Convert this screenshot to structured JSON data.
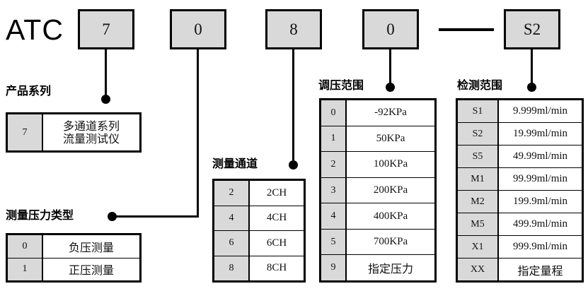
{
  "model_code": {
    "prefix": "ATC",
    "segments": [
      {
        "name": "series",
        "value": "7"
      },
      {
        "name": "ptype",
        "value": "0"
      },
      {
        "name": "channel",
        "value": "8"
      },
      {
        "name": "range",
        "value": "0"
      },
      {
        "name": "detect",
        "value": "S2"
      }
    ],
    "separator": "—"
  },
  "sections": {
    "series": {
      "caption": "产品系列",
      "rows": [
        {
          "code": "7",
          "desc_line1": "多通道系列",
          "desc_line2": "流量测试仪"
        }
      ]
    },
    "ptype": {
      "caption": "测量压力类型",
      "rows": [
        {
          "code": "0",
          "desc": "负压测量"
        },
        {
          "code": "1",
          "desc": "正压测量"
        }
      ]
    },
    "channel": {
      "caption": "测量通道",
      "rows": [
        {
          "code": "2",
          "desc": "2CH"
        },
        {
          "code": "4",
          "desc": "4CH"
        },
        {
          "code": "6",
          "desc": "6CH"
        },
        {
          "code": "8",
          "desc": "8CH"
        }
      ]
    },
    "range": {
      "caption": "调压范围",
      "rows": [
        {
          "code": "0",
          "desc": "-92KPa"
        },
        {
          "code": "1",
          "desc": "50KPa"
        },
        {
          "code": "2",
          "desc": "100KPa"
        },
        {
          "code": "3",
          "desc": "200KPa"
        },
        {
          "code": "4",
          "desc": "400KPa"
        },
        {
          "code": "5",
          "desc": "700KPa"
        },
        {
          "code": "9",
          "desc": "指定压力"
        }
      ]
    },
    "detect": {
      "caption": "检测范围",
      "rows": [
        {
          "code": "S1",
          "desc": "9.999ml/min"
        },
        {
          "code": "S2",
          "desc": "19.99ml/min"
        },
        {
          "code": "S5",
          "desc": "49.99ml/min"
        },
        {
          "code": "M1",
          "desc": "99.99ml/min"
        },
        {
          "code": "M2",
          "desc": "199.9ml/min"
        },
        {
          "code": "M5",
          "desc": "499.9ml/min"
        },
        {
          "code": "X1",
          "desc": "999.9ml/min"
        },
        {
          "code": "XX",
          "desc": "指定量程"
        }
      ]
    }
  },
  "colors": {
    "line": "#000000",
    "cell_fill": "#d9d9d9",
    "background": "#ffffff"
  }
}
